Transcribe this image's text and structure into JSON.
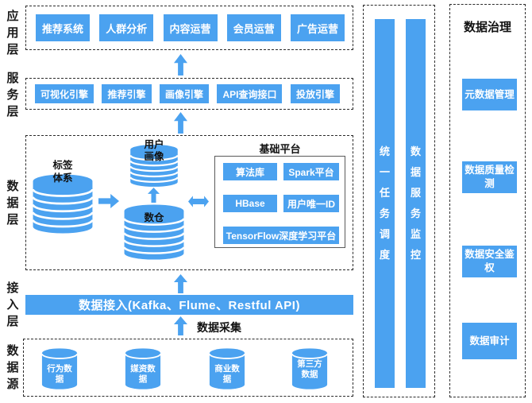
{
  "colors": {
    "accent": "#4BA2F0",
    "border_dark": "#2b2b2b"
  },
  "layers": {
    "app": {
      "label": "应用层",
      "items": [
        "推荐系统",
        "人群分析",
        "内容运营",
        "会员运营",
        "广告运营"
      ]
    },
    "service": {
      "label": "服务层",
      "items": [
        "可视化引擎",
        "推荐引擎",
        "画像引擎",
        "API查询接口",
        "投放引擎"
      ]
    },
    "data": {
      "label": "数据层",
      "tag_cylinder": "标签体系",
      "profile_cylinder": "用户画像",
      "warehouse_cylinder": "数仓",
      "platform": {
        "title": "基础平台",
        "items": [
          "算法库",
          "Spark平台",
          "HBase",
          "用户唯一ID",
          "TensorFlow深度学习平台"
        ]
      }
    },
    "access": {
      "label": "接入层",
      "bar": "数据接入(Kafka、Flume、Restful API)",
      "collect": "数据采集"
    },
    "source": {
      "label": "数据源",
      "items": [
        "行为数据",
        "媒资数据",
        "商业数据",
        "第三方数据"
      ]
    }
  },
  "side": {
    "scheduler": "统一任务调度",
    "monitor": "数据服务监控",
    "governance": {
      "title": "数据治理",
      "items": [
        "元数据管理",
        "数据质量检测",
        "数据安全鉴权",
        "数据审计"
      ]
    }
  }
}
